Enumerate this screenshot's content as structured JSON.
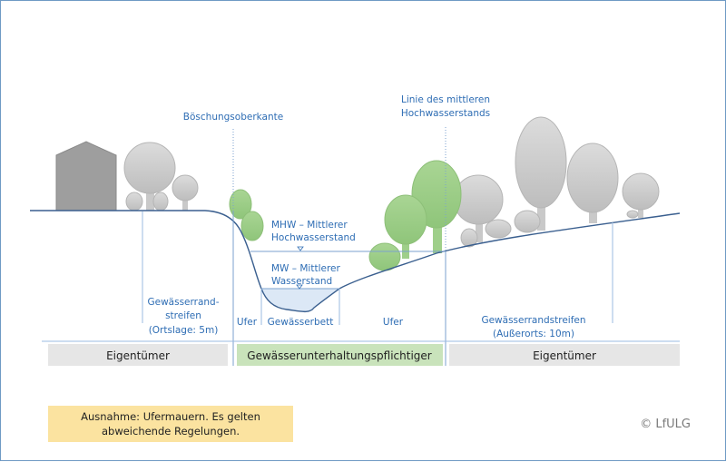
{
  "diagram": {
    "labels": {
      "boeschungsoberkante": "Böschungsoberkante",
      "linie_line1": "Linie des mittleren",
      "linie_line2": "Hochwasserstands",
      "mhw_line1": "MHW – Mittlerer",
      "mhw_line2": "Hochwasserstand",
      "mw_line1": "MW – Mittlerer",
      "mw_line2": "Wasserstand",
      "ufer_left": "Ufer",
      "gewaesserbett": "Gewässerbett",
      "ufer_right": "Ufer",
      "randstreifen_left_line1": "Gewässerrand-",
      "randstreifen_left_line2": "streifen",
      "randstreifen_left_line3": "(Ortslage: 5m)",
      "randstreifen_right_line1": "Gewässerrandstreifen",
      "randstreifen_right_line2": "(Außerorts: 10m)"
    },
    "bars": {
      "left": "Eigentümer",
      "middle": "Gewässerunterhaltungspflichtiger",
      "right": "Eigentümer"
    },
    "note": {
      "line1": "Ausnahme: Ufermauern. Es gelten",
      "line2": "abweichende Regelungen."
    },
    "copyright": "© LfULG",
    "colors": {
      "label_blue": "#2e6db4",
      "ground_line": "#3a5f8f",
      "water_fill": "#dce8f6",
      "green_tree": "#9fcf8a",
      "grey_tree": "#c8c8c8",
      "house": "#a0a0a0",
      "bar_grey": "#e6e6e6",
      "bar_green": "#c9e3bb",
      "note_bg": "#fbe3a0"
    }
  }
}
